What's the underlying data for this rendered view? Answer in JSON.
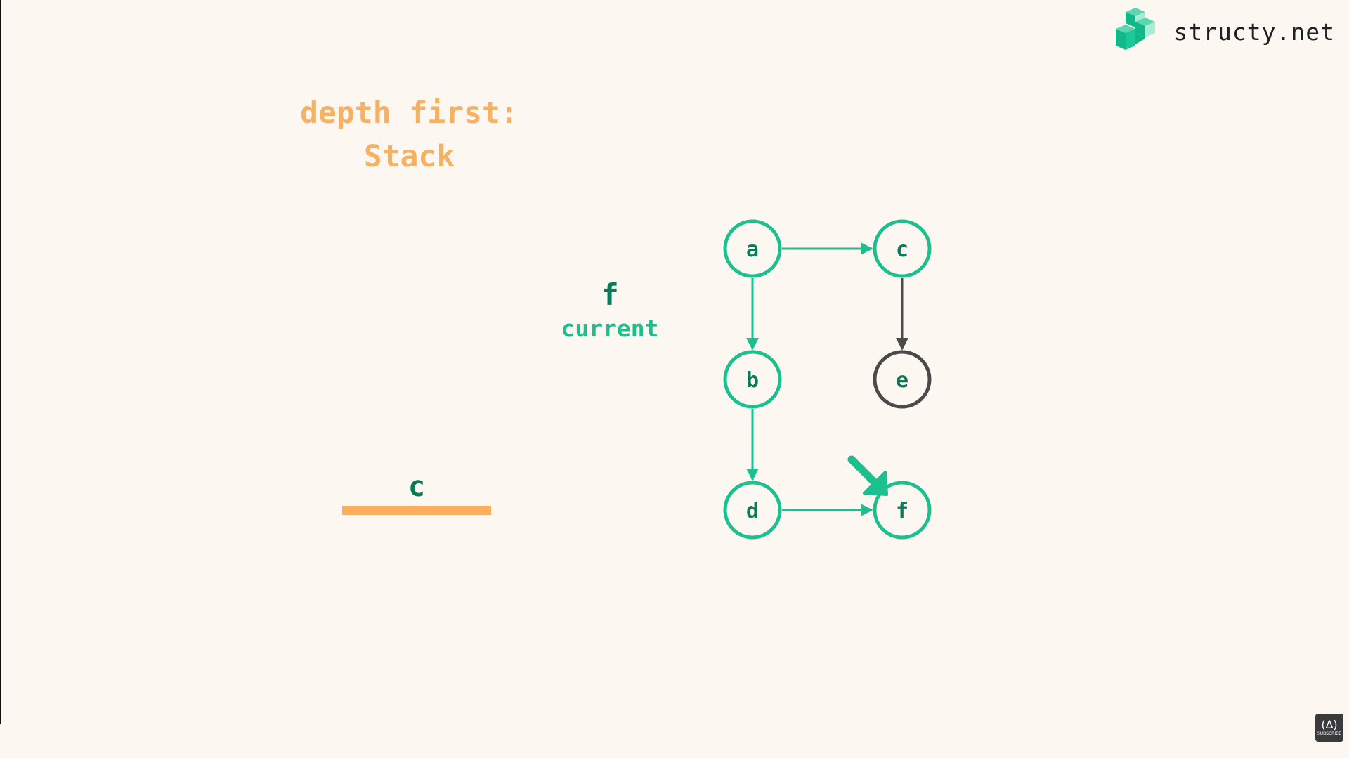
{
  "brand": {
    "name": "structy.net",
    "logo_icon": "structy-blocks-logo-icon",
    "logo_colors": [
      "#14b888",
      "#5dd6b0",
      "#a7ecd5"
    ]
  },
  "title": {
    "line1": "depth first:",
    "line2": "Stack"
  },
  "current": {
    "value": "f",
    "label": "current"
  },
  "stack": {
    "items": [
      "c"
    ]
  },
  "graph": {
    "nodes": [
      {
        "id": "a",
        "label": "a",
        "state": "visited"
      },
      {
        "id": "b",
        "label": "b",
        "state": "visited"
      },
      {
        "id": "c",
        "label": "c",
        "state": "visited"
      },
      {
        "id": "d",
        "label": "d",
        "state": "visited"
      },
      {
        "id": "e",
        "label": "e",
        "state": "unvisited"
      },
      {
        "id": "f",
        "label": "f",
        "state": "visited"
      }
    ],
    "edges": [
      {
        "from": "a",
        "to": "c",
        "state": "visited"
      },
      {
        "from": "a",
        "to": "b",
        "state": "visited"
      },
      {
        "from": "c",
        "to": "e",
        "state": "unvisited"
      },
      {
        "from": "b",
        "to": "d",
        "state": "visited"
      },
      {
        "from": "d",
        "to": "f",
        "state": "visited"
      }
    ],
    "pointer_target": "f"
  },
  "colors": {
    "background": "#fdf7f1",
    "visited": "#1cbf8e",
    "unvisited": "#4a4a4a",
    "title": "#f6b162",
    "label": "#0b7a5a",
    "stack_base": "#fbae5c"
  },
  "watermark": {
    "icon": "freecodecamp-subscribe-icon",
    "text": "SUBSCRIBE"
  }
}
